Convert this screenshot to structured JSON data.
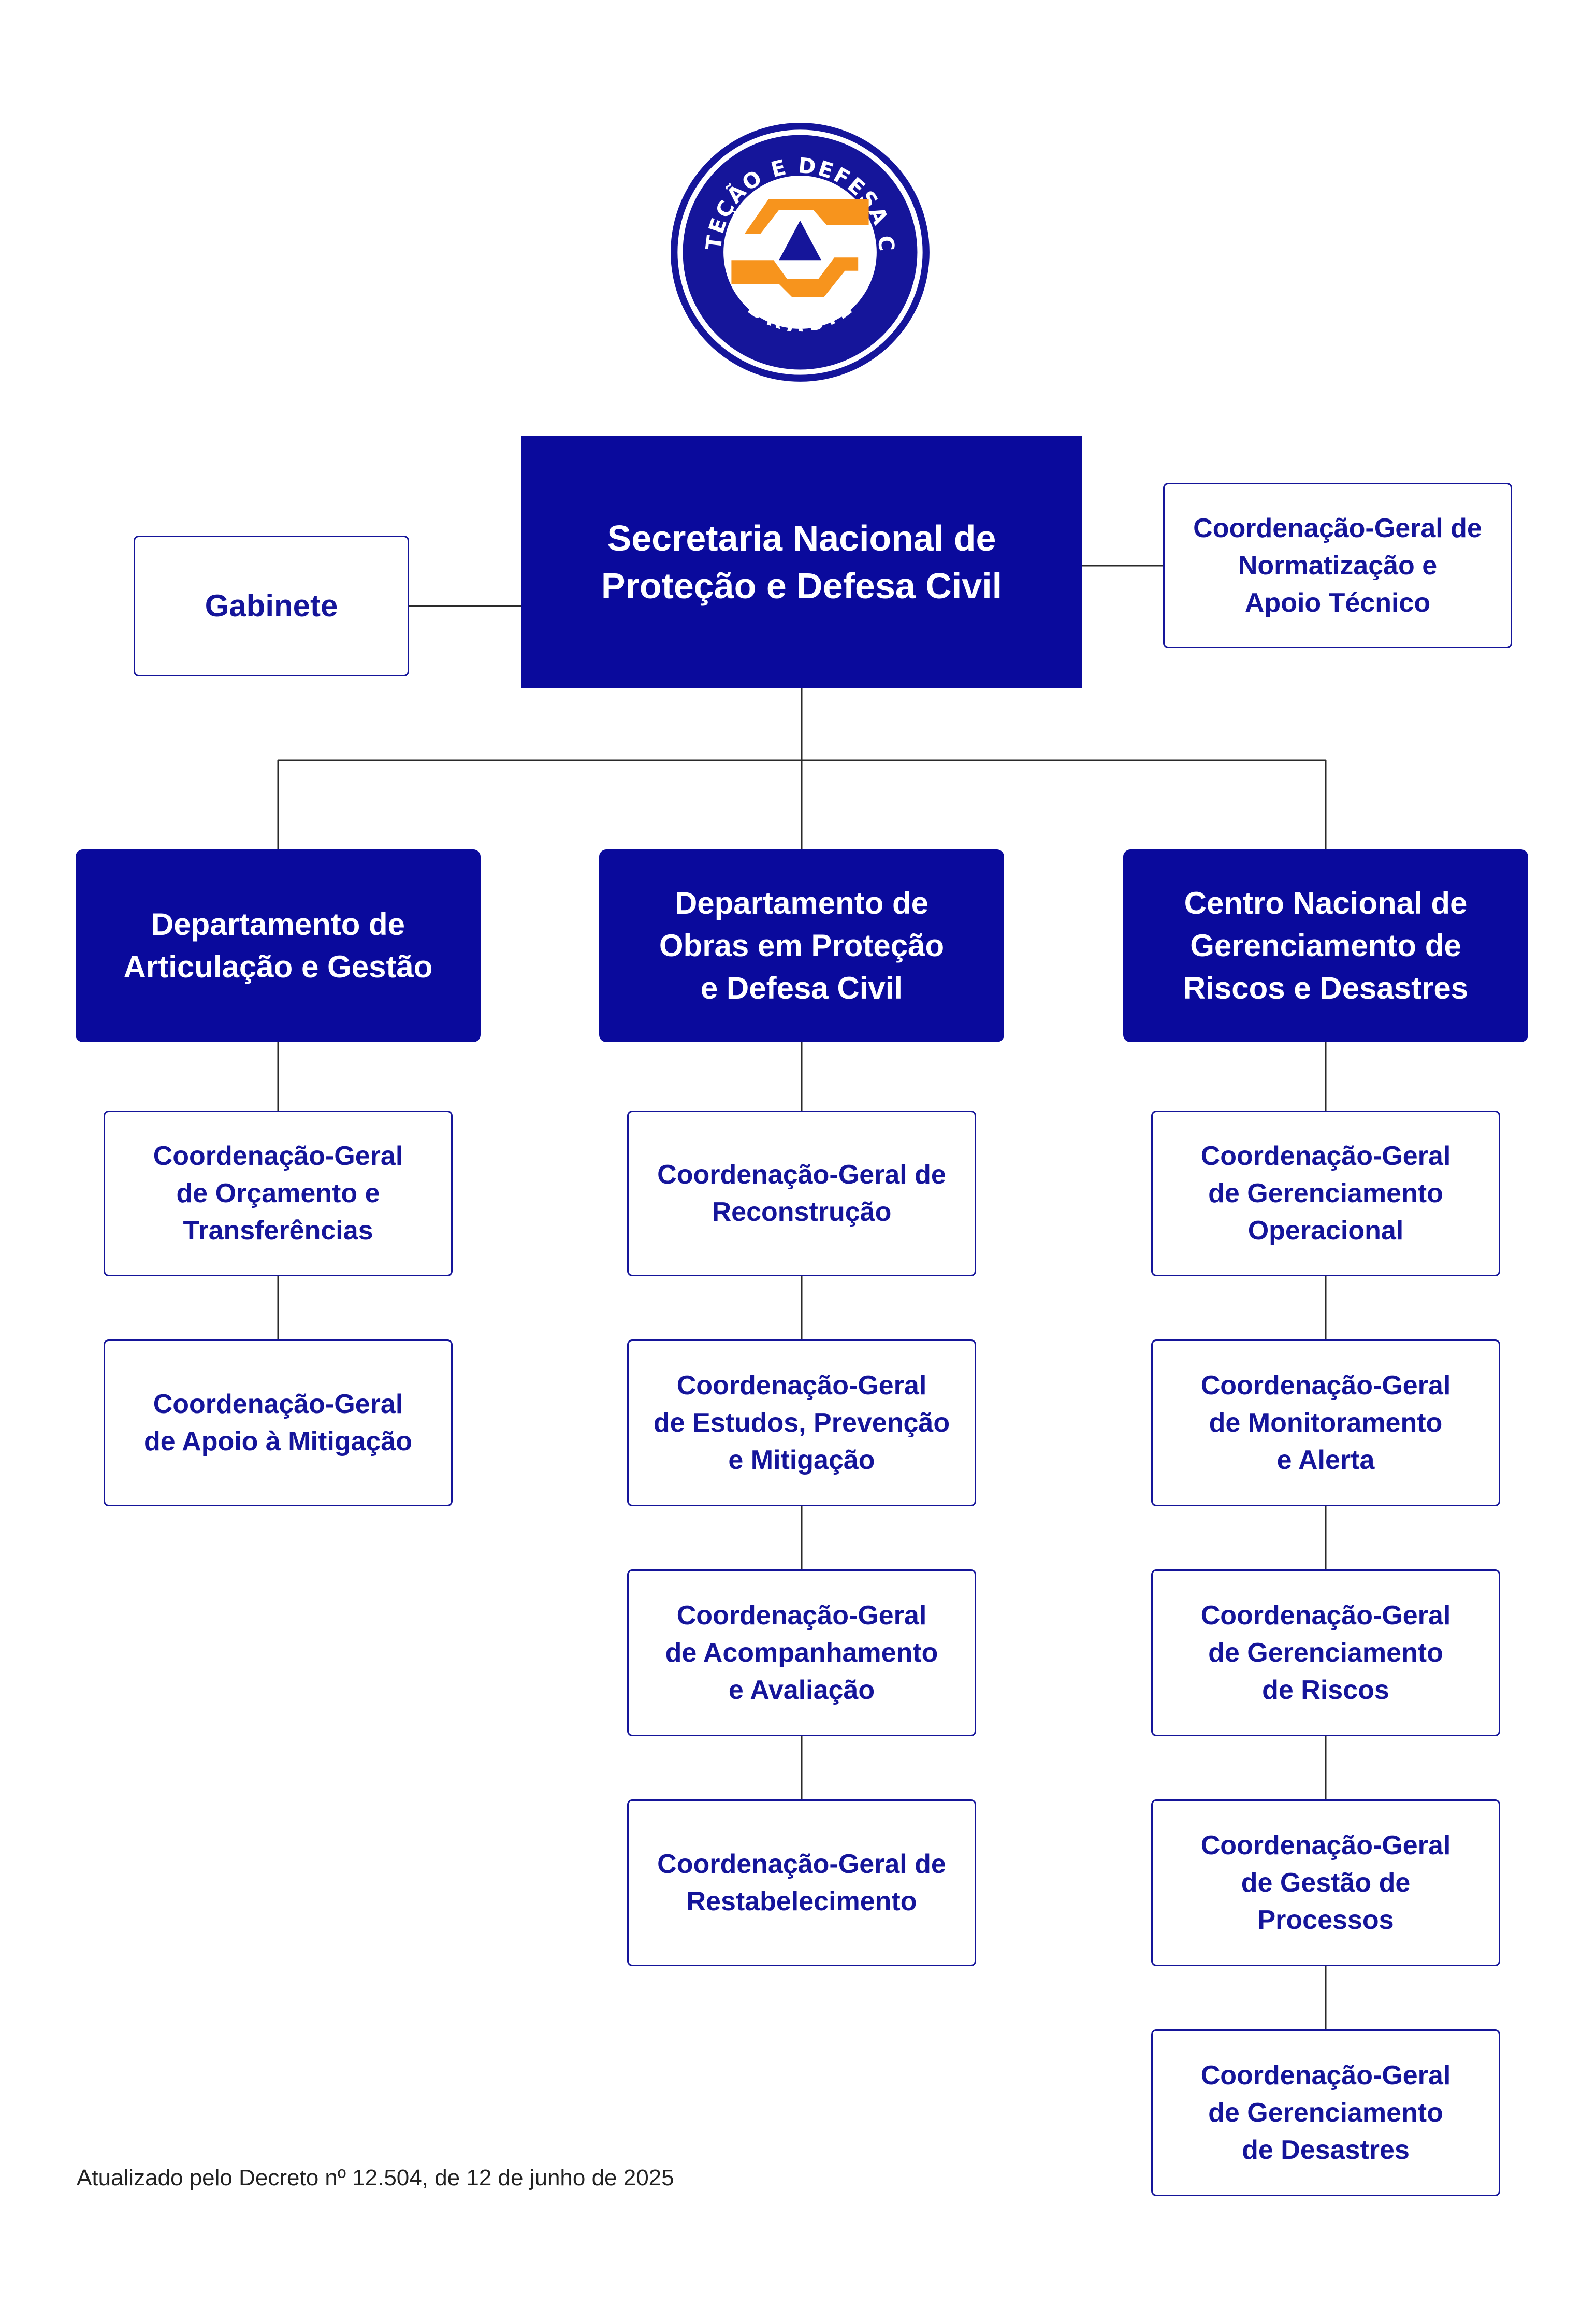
{
  "logo": {
    "ring_text_top": "PROTEÇÃO E DEFESA CIVIL",
    "ring_text_bottom": "BRASIL",
    "colors": {
      "navy": "#15159a",
      "orange": "#f7941d"
    }
  },
  "org_chart": {
    "root": "Secretaria Nacional de\nProteção e Defesa Civil",
    "staff_left": "Gabinete",
    "staff_right": "Coordenação-Geral de\nNormatização e\nApoio Técnico",
    "departments": [
      {
        "name": "Departamento de\nArticulação e Gestão",
        "units": [
          "Coordenação-Geral\nde Orçamento e\nTransferências",
          "Coordenação-Geral\nde Apoio à Mitigação"
        ]
      },
      {
        "name": "Departamento de\nObras em Proteção\ne Defesa Civil",
        "units": [
          "Coordenação-Geral de\nReconstrução",
          "Coordenação-Geral\nde Estudos, Prevenção\ne Mitigação",
          "Coordenação-Geral\nde Acompanhamento\ne Avaliação",
          "Coordenação-Geral de\nRestabelecimento"
        ]
      },
      {
        "name": "Centro Nacional de\nGerenciamento de\nRiscos e Desastres",
        "units": [
          "Coordenação-Geral\nde Gerenciamento\nOperacional",
          "Coordenação-Geral\nde Monitoramento\ne Alerta",
          "Coordenação-Geral\nde Gerenciamento\nde Riscos",
          "Coordenação-Geral\nde Gestão de\nProcessos",
          "Coordenação-Geral\nde Gerenciamento\nde Desastres"
        ]
      }
    ]
  },
  "footnote": "Atualizado pelo Decreto nº 12.504, de 12 de junho de 2025",
  "colors": {
    "box_fill": "#0a0a9c",
    "outline": "#15159a",
    "text_dark": "#222222"
  }
}
